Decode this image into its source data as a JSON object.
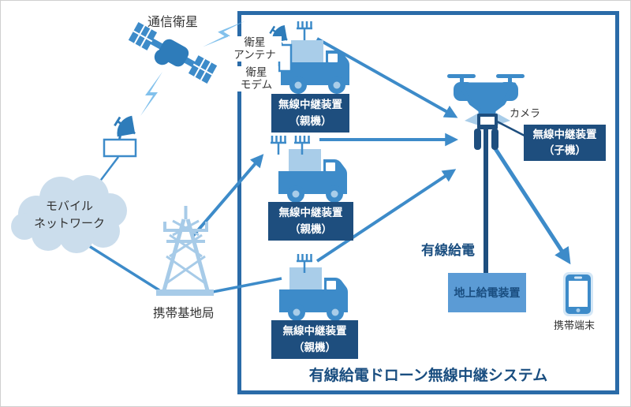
{
  "colors": {
    "accent_blue": "#3d8bc9",
    "light_blue": "#a9cde9",
    "bolt_blue": "#82c1ec",
    "cloud_fill": "#cbddec",
    "navy_box": "#1e4e7e",
    "frame_border": "#2a6ba8",
    "ground_power_fill": "#5b9bd5",
    "text_dark": "#333333",
    "title_navy": "#1a4e80"
  },
  "labels": {
    "comm_satellite": "通信衛星",
    "sat_antenna": [
      "衛星",
      "アンテナ"
    ],
    "sat_modem": [
      "衛星",
      "モデム"
    ],
    "mobile_network": [
      "モバイル",
      "ネットワーク"
    ],
    "base_station": "携帯基地局",
    "relay_parent": [
      "無線中継装置",
      "（親機）"
    ],
    "relay_child": [
      "無線中継装置",
      "（子機）"
    ],
    "camera": "カメラ",
    "wired_power": "有線給電",
    "ground_power_unit": "地上給電装置",
    "mobile_terminal": "携帯端末",
    "system_title": "有線給電ドローン無線中継システム"
  }
}
